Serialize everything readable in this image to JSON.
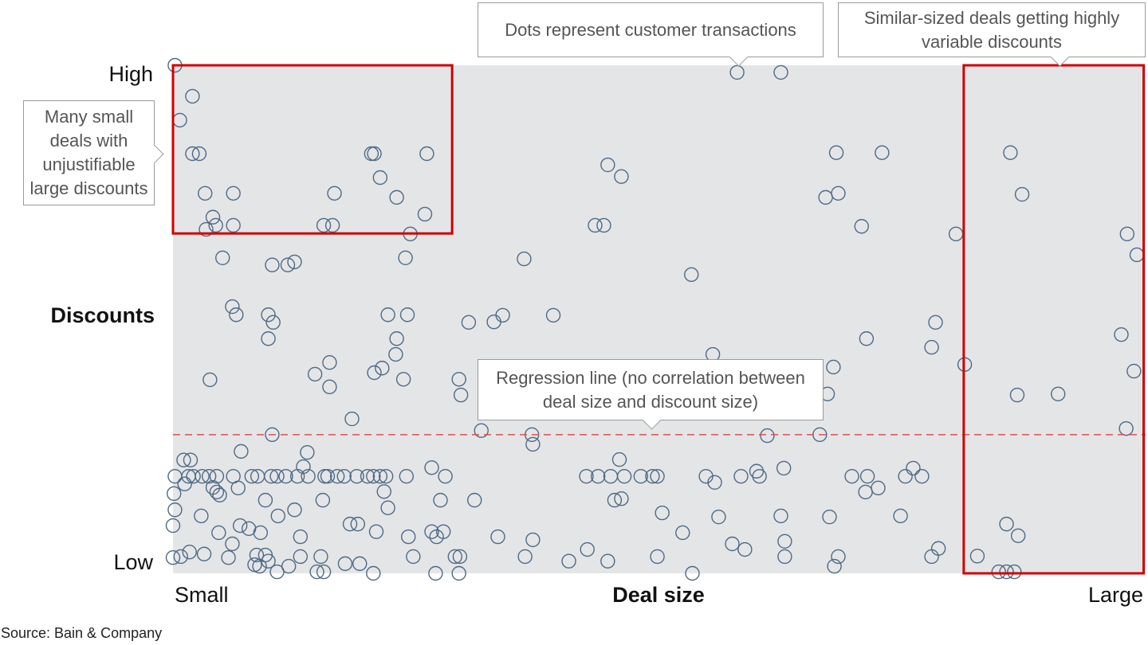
{
  "chart_data": {
    "type": "scatter",
    "xlabel": "Deal size",
    "ylabel": "Discounts",
    "x_tick_labels": {
      "min": "Small",
      "max": "Large"
    },
    "y_tick_labels": {
      "min": "Low",
      "max": "High"
    },
    "xlim": [
      0,
      100
    ],
    "ylim": [
      0,
      100
    ],
    "grid": false,
    "colors": {
      "background": "#e4e5e7",
      "marker": "#4f6a85",
      "regression": "#d9534f",
      "highlight": "#d00000"
    },
    "regression_line": {
      "y": 27.3,
      "style": "dashed"
    },
    "highlight_boxes": [
      {
        "x": [
          0,
          28.7
        ],
        "y": [
          66.9,
          100
        ]
      },
      {
        "x": [
          81.3,
          99.8
        ],
        "y": [
          0,
          100
        ]
      }
    ],
    "annotations": {
      "dots": "Dots represent customer transactions",
      "similar": "Similar-sized deals getting highly variable discounts",
      "small": "Many small deals with unjustifiable large discounts",
      "regression": "Regression line (no correlation between deal size and discount size)"
    },
    "source": "Source: Bain & Company",
    "points": [
      [
        0.2,
        100
      ],
      [
        2.0,
        93.9
      ],
      [
        0.7,
        89.2
      ],
      [
        2.0,
        82.6
      ],
      [
        2.7,
        82.6
      ],
      [
        3.3,
        74.8
      ],
      [
        6.2,
        74.8
      ],
      [
        4.1,
        70.1
      ],
      [
        4.4,
        68.5
      ],
      [
        3.4,
        67.7
      ],
      [
        6.2,
        68.5
      ],
      [
        5.1,
        62.1
      ],
      [
        10.2,
        60.7
      ],
      [
        11.8,
        60.7
      ],
      [
        12.5,
        61.3
      ],
      [
        16.6,
        74.8
      ],
      [
        16.4,
        68.5
      ],
      [
        15.5,
        68.5
      ],
      [
        20.4,
        82.6
      ],
      [
        20.7,
        82.6
      ],
      [
        21.3,
        77.9
      ],
      [
        23.0,
        74.0
      ],
      [
        26.1,
        82.6
      ],
      [
        25.9,
        70.7
      ],
      [
        24.4,
        66.8
      ],
      [
        23.9,
        62.1
      ],
      [
        58.0,
        98.6
      ],
      [
        62.5,
        98.6
      ],
      [
        44.7,
        80.4
      ],
      [
        46.1,
        78.1
      ],
      [
        43.4,
        68.5
      ],
      [
        44.3,
        68.5
      ],
      [
        36.1,
        61.9
      ],
      [
        53.3,
        58.8
      ],
      [
        68.2,
        82.8
      ],
      [
        72.9,
        82.8
      ],
      [
        67.1,
        74.0
      ],
      [
        68.4,
        74.8
      ],
      [
        70.8,
        68.3
      ],
      [
        80.5,
        66.8
      ],
      [
        86.1,
        82.8
      ],
      [
        87.3,
        74.6
      ],
      [
        98.1,
        66.8
      ],
      [
        99.1,
        62.7
      ],
      [
        6.1,
        52.5
      ],
      [
        6.5,
        50.9
      ],
      [
        9.8,
        50.9
      ],
      [
        10.3,
        49.4
      ],
      [
        9.8,
        46.2
      ],
      [
        22.1,
        50.9
      ],
      [
        24.1,
        50.9
      ],
      [
        23.0,
        46.2
      ],
      [
        22.9,
        43.1
      ],
      [
        21.5,
        40.4
      ],
      [
        20.7,
        39.5
      ],
      [
        23.7,
        38.2
      ],
      [
        16.1,
        41.5
      ],
      [
        14.6,
        39.2
      ],
      [
        16.1,
        36.7
      ],
      [
        3.8,
        38.1
      ],
      [
        18.4,
        30.4
      ],
      [
        10.2,
        27.3
      ],
      [
        30.4,
        49.4
      ],
      [
        33.0,
        49.5
      ],
      [
        33.9,
        50.8
      ],
      [
        39.1,
        50.8
      ],
      [
        29.4,
        38.2
      ],
      [
        29.6,
        35.1
      ],
      [
        31.7,
        28.1
      ],
      [
        36.9,
        27.3
      ],
      [
        37.0,
        25.4
      ],
      [
        55.5,
        43.1
      ],
      [
        67.9,
        40.6
      ],
      [
        67.3,
        35.3
      ],
      [
        66.5,
        27.3
      ],
      [
        61.1,
        27.1
      ],
      [
        71.3,
        46.2
      ],
      [
        78.4,
        49.4
      ],
      [
        78.0,
        44.5
      ],
      [
        81.4,
        41.1
      ],
      [
        86.8,
        35.1
      ],
      [
        91.0,
        35.3
      ],
      [
        97.5,
        47.0
      ],
      [
        98.8,
        39.8
      ],
      [
        98.0,
        28.5
      ],
      [
        0.2,
        19.1
      ],
      [
        1.6,
        19.1
      ],
      [
        2.1,
        19.1
      ],
      [
        3.0,
        19.1
      ],
      [
        3.7,
        19.1
      ],
      [
        4.5,
        19.1
      ],
      [
        6.2,
        19.1
      ],
      [
        8.1,
        19.1
      ],
      [
        8.7,
        19.1
      ],
      [
        10.1,
        19.1
      ],
      [
        10.7,
        19.1
      ],
      [
        11.6,
        19.1
      ],
      [
        12.8,
        19.1
      ],
      [
        13.9,
        19.1
      ],
      [
        15.6,
        19.1
      ],
      [
        15.9,
        19.1
      ],
      [
        16.9,
        19.1
      ],
      [
        17.6,
        19.1
      ],
      [
        18.9,
        19.1
      ],
      [
        20.0,
        19.1
      ],
      [
        20.6,
        19.1
      ],
      [
        21.3,
        19.1
      ],
      [
        21.9,
        19.1
      ],
      [
        24.0,
        19.1
      ],
      [
        28.0,
        19.1
      ],
      [
        42.5,
        19.1
      ],
      [
        43.7,
        19.1
      ],
      [
        45.0,
        19.1
      ],
      [
        46.4,
        19.1
      ],
      [
        48.1,
        19.1
      ],
      [
        49.3,
        19.1
      ],
      [
        49.8,
        19.1
      ],
      [
        54.8,
        19.1
      ],
      [
        58.4,
        19.1
      ],
      [
        60.3,
        19.1
      ],
      [
        69.8,
        19.1
      ],
      [
        71.4,
        19.1
      ],
      [
        75.3,
        19.1
      ],
      [
        77.0,
        19.1
      ],
      [
        1.1,
        22.3
      ],
      [
        1.8,
        22.3
      ],
      [
        7.0,
        24.0
      ],
      [
        13.8,
        23.8
      ],
      [
        13.4,
        21.0
      ],
      [
        26.6,
        20.8
      ],
      [
        45.9,
        22.4
      ],
      [
        60.0,
        20.1
      ],
      [
        62.8,
        20.7
      ],
      [
        76.1,
        20.7
      ],
      [
        1.2,
        17.6
      ],
      [
        4.1,
        16.9
      ],
      [
        4.5,
        16.0
      ],
      [
        4.8,
        15.4
      ],
      [
        6.7,
        16.8
      ],
      [
        0.1,
        15.7
      ],
      [
        21.7,
        16.1
      ],
      [
        55.7,
        17.9
      ],
      [
        71.2,
        16.0
      ],
      [
        72.5,
        16.8
      ],
      [
        9.5,
        14.4
      ],
      [
        15.4,
        14.4
      ],
      [
        27.5,
        14.4
      ],
      [
        31.0,
        14.4
      ],
      [
        45.4,
        14.4
      ],
      [
        46.1,
        14.7
      ],
      [
        0.2,
        12.5
      ],
      [
        2.9,
        11.3
      ],
      [
        12.5,
        12.5
      ],
      [
        10.8,
        11.3
      ],
      [
        22.1,
        12.9
      ],
      [
        50.3,
        11.9
      ],
      [
        56.1,
        11.1
      ],
      [
        62.5,
        11.3
      ],
      [
        67.5,
        11.1
      ],
      [
        74.8,
        11.3
      ],
      [
        0,
        9.4
      ],
      [
        6.9,
        9.4
      ],
      [
        7.8,
        8.8
      ],
      [
        9.0,
        8.0
      ],
      [
        18.2,
        9.7
      ],
      [
        19.0,
        9.7
      ],
      [
        20.9,
        8.2
      ],
      [
        4.7,
        8.0
      ],
      [
        13.1,
        7.2
      ],
      [
        24.2,
        7.2
      ],
      [
        26.6,
        8.2
      ],
      [
        27.1,
        7.2
      ],
      [
        27.8,
        8.2
      ],
      [
        33.4,
        7.2
      ],
      [
        37.0,
        6.6
      ],
      [
        52.4,
        8.0
      ],
      [
        85.7,
        9.7
      ],
      [
        86.9,
        7.4
      ],
      [
        6.1,
        5.8
      ],
      [
        57.5,
        5.8
      ],
      [
        58.8,
        4.7
      ],
      [
        62.9,
        6.3
      ],
      [
        78.7,
        4.9
      ],
      [
        0.8,
        3.3
      ],
      [
        1.7,
        4.2
      ],
      [
        3.2,
        3.8
      ],
      [
        5.7,
        3.1
      ],
      [
        8.6,
        3.6
      ],
      [
        9.5,
        3.6
      ],
      [
        9.8,
        2.4
      ],
      [
        13.1,
        3.3
      ],
      [
        15.2,
        3.3
      ],
      [
        24.7,
        3.3
      ],
      [
        29.0,
        3.3
      ],
      [
        29.5,
        3.3
      ],
      [
        36.2,
        3.3
      ],
      [
        42.6,
        4.7
      ],
      [
        40.7,
        2.4
      ],
      [
        44.7,
        2.4
      ],
      [
        49.8,
        3.3
      ],
      [
        62.9,
        3.3
      ],
      [
        68.4,
        3.3
      ],
      [
        78.0,
        3.3
      ],
      [
        82.7,
        3.4
      ],
      [
        8.4,
        1.7
      ],
      [
        8.9,
        1.4
      ],
      [
        11.9,
        1.4
      ],
      [
        17.7,
        1.9
      ],
      [
        19.2,
        1.9
      ],
      [
        10.7,
        0.3
      ],
      [
        14.8,
        0.3
      ],
      [
        15.5,
        0.3
      ],
      [
        20.6,
        0
      ],
      [
        27.0,
        0
      ],
      [
        29.4,
        0
      ],
      [
        53.4,
        0
      ],
      [
        68.0,
        1.4
      ],
      [
        84.9,
        0.3
      ],
      [
        85.7,
        0.3
      ],
      [
        86.5,
        0.3
      ],
      [
        0,
        3.1
      ]
    ]
  }
}
